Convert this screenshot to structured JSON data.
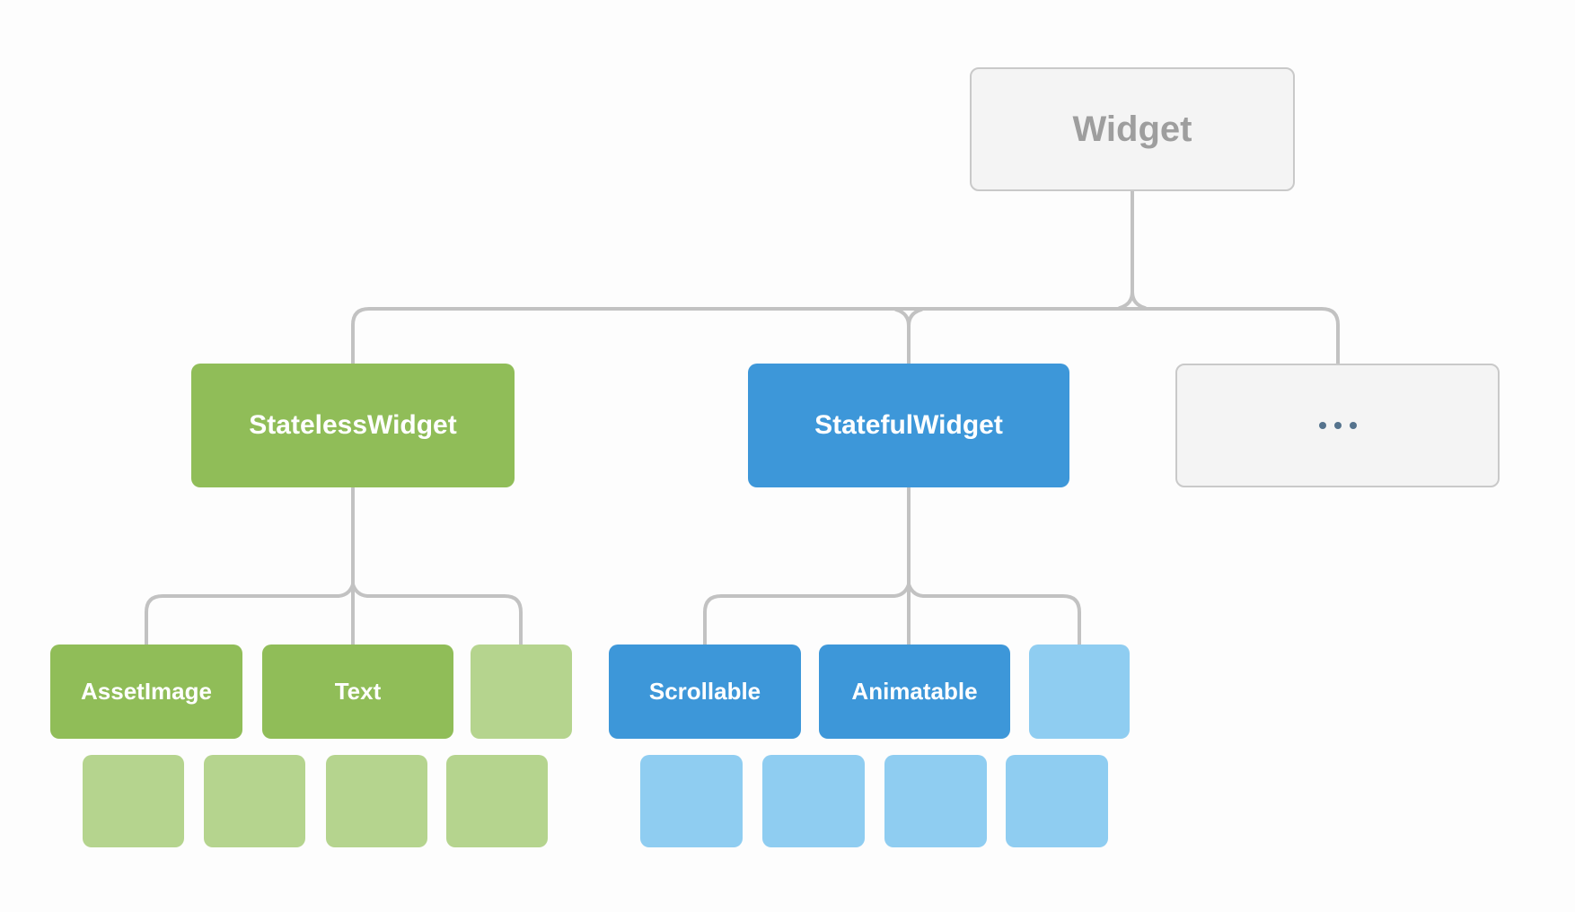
{
  "diagram": {
    "title_hidden": "",
    "root": {
      "label": "Widget",
      "variant": "neutral"
    },
    "level2": [
      {
        "label": "StatelessWidget",
        "variant": "green"
      },
      {
        "label": "StatefulWidget",
        "variant": "blue"
      },
      {
        "label": "",
        "variant": "neutral",
        "icon": "ellipsis"
      }
    ],
    "stateless_children": [
      {
        "label": "AssetImage",
        "variant": "green"
      },
      {
        "label": "Text",
        "variant": "green"
      },
      {
        "label": "",
        "variant": "green-light"
      }
    ],
    "stateful_children": [
      {
        "label": "Scrollable",
        "variant": "blue"
      },
      {
        "label": "Animatable",
        "variant": "blue"
      },
      {
        "label": "",
        "variant": "blue-light"
      }
    ],
    "stateless_grandchildren_count": 4,
    "stateful_grandchildren_count": 4
  },
  "colors": {
    "background": "#fdfdfd",
    "green": "#90bd58",
    "green_light": "#b5d48e",
    "blue": "#3d97d9",
    "blue_light": "#8fcdf1",
    "neutral_fill": "#f4f4f4",
    "neutral_border": "#c9c9c9",
    "neutral_text": "#9e9e9e",
    "connector": "#c2c2c2",
    "ellipsis_dots": "#55738d",
    "node_text": "#ffffff"
  }
}
